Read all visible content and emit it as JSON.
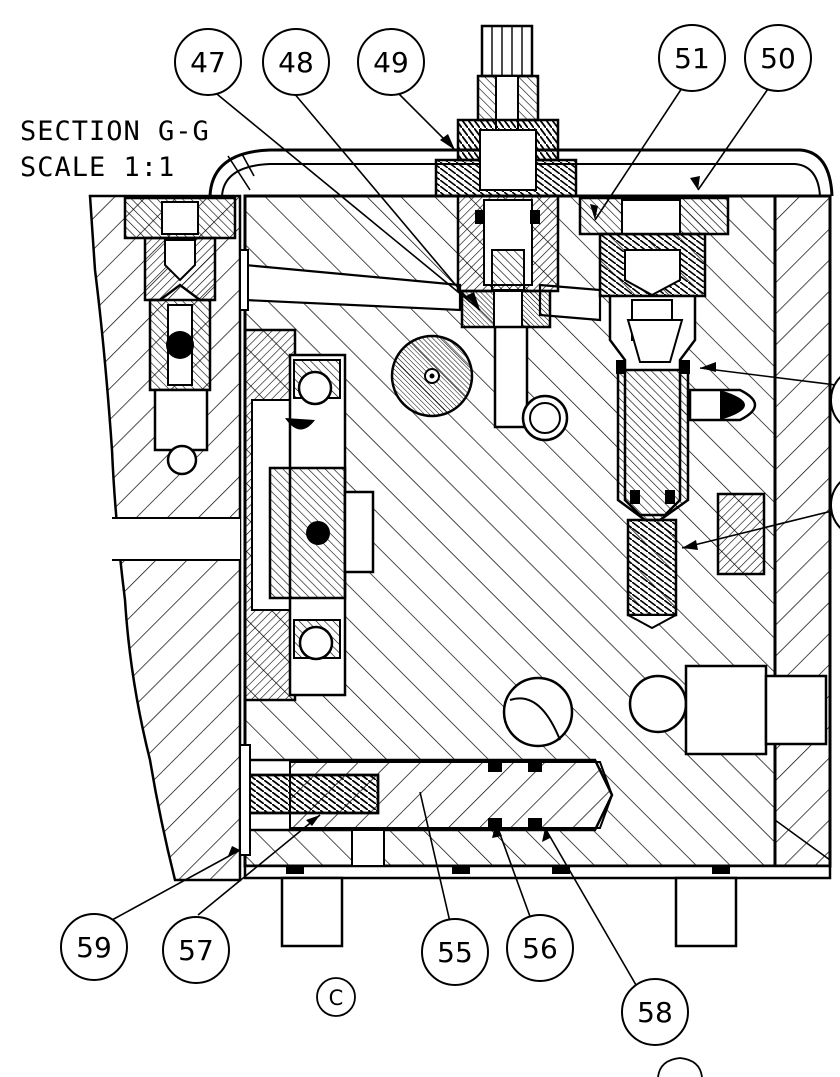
{
  "section_title": {
    "line1": "SECTION  G-G",
    "line2": "SCALE  1:1"
  },
  "callouts": {
    "c47": "47",
    "c48": "48",
    "c49": "49",
    "c51": "51",
    "c50": "50",
    "c59": "59",
    "c57": "57",
    "c55": "55",
    "c56": "56",
    "c58": "58",
    "cC": "C"
  },
  "colors": {
    "line": "#000000",
    "background": "#ffffff"
  }
}
